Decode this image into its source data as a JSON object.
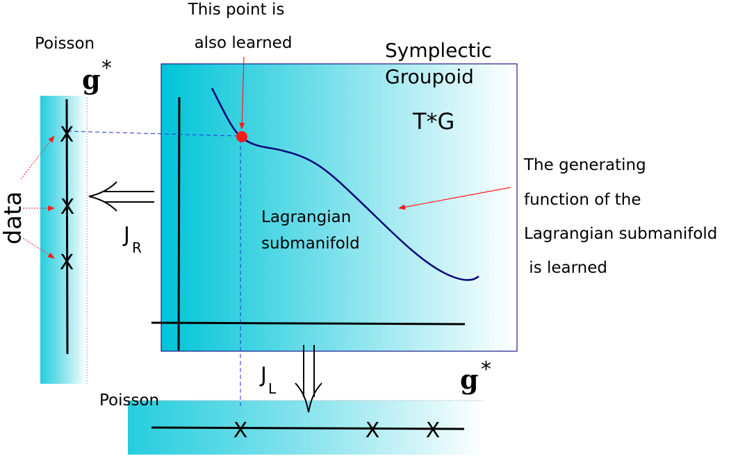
{
  "labels": {
    "point_note_line1": "This point is",
    "point_note_line2": "also learned",
    "left_poisson": "Poisson",
    "bottom_poisson": "Poisson",
    "left_dual": "g",
    "left_dual_sup": "*",
    "bottom_dual": "g",
    "bottom_dual_sup": "*",
    "groupoid_line1": "Symplectic",
    "groupoid_line2": "Groupoid",
    "cotangent": "T*G",
    "lagrangian_line1": "Lagrangian",
    "lagrangian_line2": "submanifold",
    "generating_line1": "The generating",
    "generating_line2": "function of the",
    "generating_line3": "Lagrangian submanifold",
    "generating_line4": " is learned",
    "data": "data",
    "jr_main": "J",
    "jr_sub": "R",
    "jl_main": "J",
    "jl_sub": "L"
  },
  "markers": {
    "cross": "X"
  },
  "colors": {
    "gradient_dark": "#00c4d8",
    "gradient_light": "#ffffff",
    "box_border": "#1a1a8c",
    "curve": "#0a0a7a",
    "lagrangian_text": "#1a1ab4",
    "red": "#ff1a1a",
    "dashed": "#2030d0",
    "axis": "#000000"
  },
  "icons": {
    "left_arrow": "double-arrow-left-icon",
    "down_arrow": "double-arrow-down-icon"
  }
}
